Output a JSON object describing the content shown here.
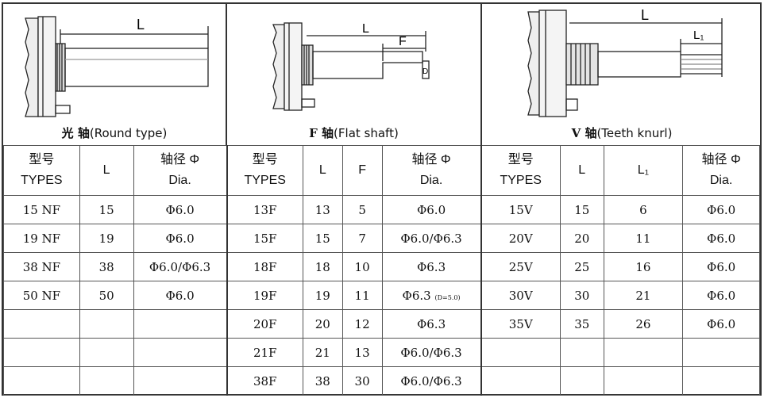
{
  "panels": {
    "round": {
      "title_cn": "光 轴",
      "title_en": "(Round type)",
      "dim_l": "L"
    },
    "flat": {
      "title_cn": "F 轴",
      "title_en": "(Flat shaft)",
      "dim_l": "L",
      "dim_f": "F",
      "dim_d": "D"
    },
    "knurl": {
      "title_cn": "V 轴",
      "title_en": "(Teeth knurl)",
      "dim_l": "L",
      "dim_l1": "L₁"
    }
  },
  "headers": {
    "types_cn": "型号",
    "types_en": "TYPES",
    "l": "L",
    "f": "F",
    "l1": "L₁",
    "dia_cn": "轴径 Φ",
    "dia_en": "Dia."
  },
  "round_rows": [
    {
      "type": "15 NF",
      "l": "15",
      "dia": "Φ6.0"
    },
    {
      "type": "19 NF",
      "l": "19",
      "dia": "Φ6.0"
    },
    {
      "type": "38 NF",
      "l": "38",
      "dia": "Φ6.0/Φ6.3"
    },
    {
      "type": "50 NF",
      "l": "50",
      "dia": "Φ6.0"
    },
    {
      "type": "",
      "l": "",
      "dia": ""
    },
    {
      "type": "",
      "l": "",
      "dia": ""
    },
    {
      "type": "",
      "l": "",
      "dia": ""
    }
  ],
  "flat_rows": [
    {
      "type": "13F",
      "l": "13",
      "f": "5",
      "dia": "Φ6.0",
      "note": ""
    },
    {
      "type": "15F",
      "l": "15",
      "f": "7",
      "dia": "Φ6.0/Φ6.3",
      "note": ""
    },
    {
      "type": "18F",
      "l": "18",
      "f": "10",
      "dia": "Φ6.3",
      "note": ""
    },
    {
      "type": "19F",
      "l": "19",
      "f": "11",
      "dia": "Φ6.3",
      "note": "(D=5.0)"
    },
    {
      "type": "20F",
      "l": "20",
      "f": "12",
      "dia": "Φ6.3",
      "note": ""
    },
    {
      "type": "21F",
      "l": "21",
      "f": "13",
      "dia": "Φ6.0/Φ6.3",
      "note": ""
    },
    {
      "type": "38F",
      "l": "38",
      "f": "30",
      "dia": "Φ6.0/Φ6.3",
      "note": ""
    }
  ],
  "knurl_rows": [
    {
      "type": "15V",
      "l": "15",
      "l1": "6",
      "dia": "Φ6.0"
    },
    {
      "type": "20V",
      "l": "20",
      "l1": "11",
      "dia": "Φ6.0"
    },
    {
      "type": "25V",
      "l": "25",
      "l1": "16",
      "dia": "Φ6.0"
    },
    {
      "type": "30V",
      "l": "30",
      "l1": "21",
      "dia": "Φ6.0"
    },
    {
      "type": "35V",
      "l": "35",
      "l1": "26",
      "dia": "Φ6.0"
    },
    {
      "type": "",
      "l": "",
      "l1": "",
      "dia": ""
    },
    {
      "type": "",
      "l": "",
      "l1": "",
      "dia": ""
    }
  ]
}
